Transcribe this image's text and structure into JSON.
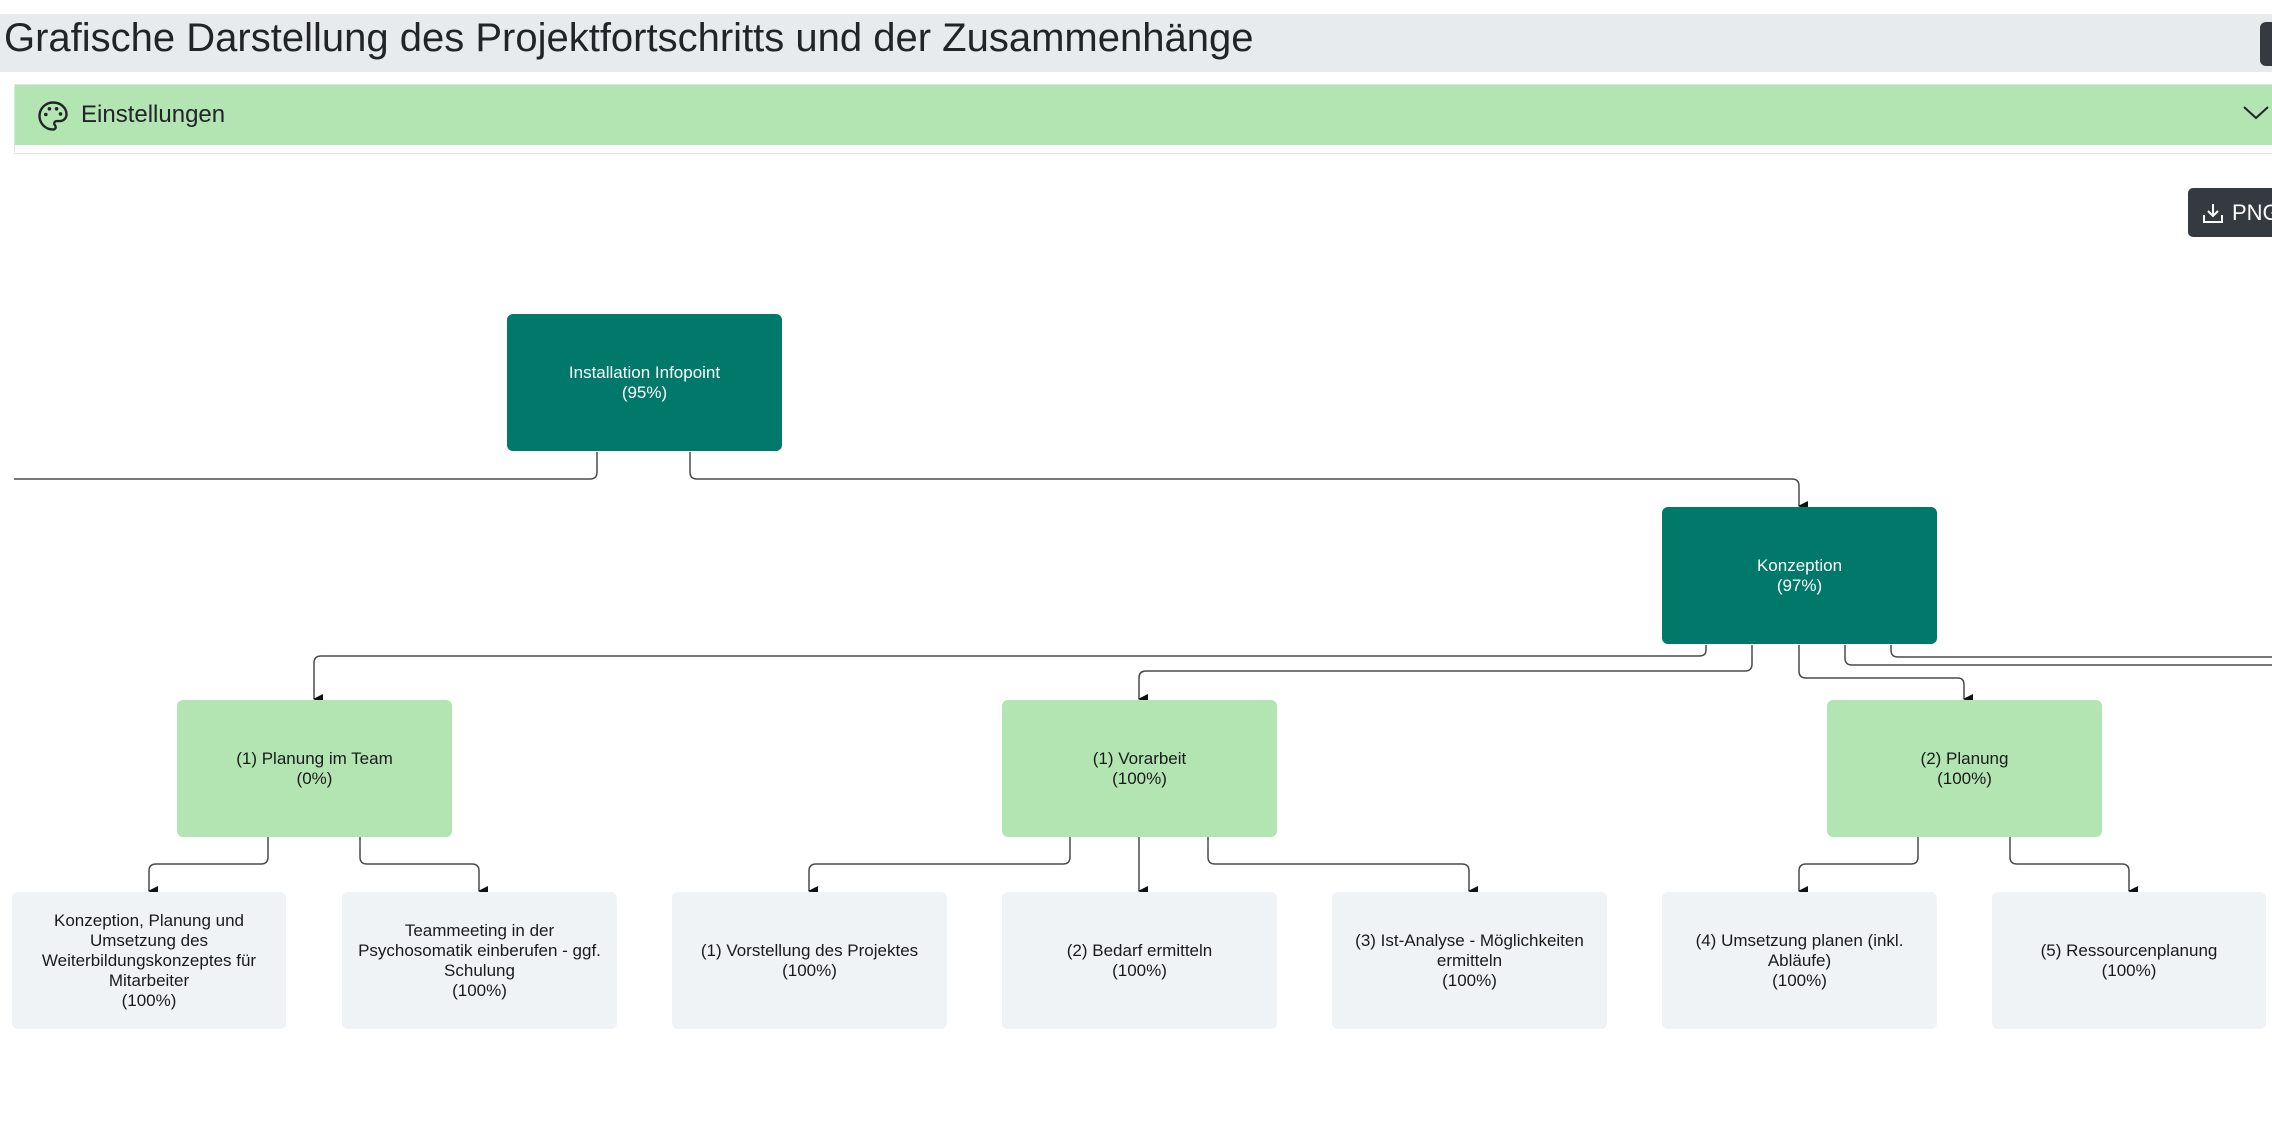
{
  "header": {
    "title": "Grafische Darstellung des Projektfortschritts und der Zusammenhänge"
  },
  "settings": {
    "label": "Einstellungen",
    "icon": "palette-icon",
    "toggle_icon": "chevron-down-icon"
  },
  "export": {
    "label": "PNG",
    "icon": "download-icon"
  },
  "colors": {
    "accent_dark": "#00796b",
    "accent_light": "#b3e5b2",
    "leaf": "#eff3f6",
    "button": "#343a40",
    "title_bar": "#e8ebee"
  },
  "tree": {
    "root": {
      "label": "Installation Infopoint",
      "progress": "(95%)"
    },
    "konzeption": {
      "label": "Konzeption",
      "progress": "(97%)"
    },
    "planung_team": {
      "label": "(1) Planung im Team",
      "progress": "(0%)"
    },
    "vorarbeit": {
      "label": "(1) Vorarbeit",
      "progress": "(100%)"
    },
    "planung": {
      "label": "(2) Planung",
      "progress": "(100%)"
    },
    "leaves": [
      {
        "label": "Konzeption, Planung und Umsetzung des Weiterbildungskonzeptes für Mitarbeiter",
        "progress": "(100%)"
      },
      {
        "label": "Teammeeting in der Psychosomatik einberufen - ggf. Schulung",
        "progress": "(100%)"
      },
      {
        "label": "(1) Vorstellung des Projektes",
        "progress": "(100%)"
      },
      {
        "label": "(2) Bedarf ermitteln",
        "progress": "(100%)"
      },
      {
        "label": "(3) Ist-Analyse - Möglichkeiten ermitteln",
        "progress": "(100%)"
      },
      {
        "label": "(4) Umsetzung planen (inkl. Abläufe)",
        "progress": "(100%)"
      },
      {
        "label": "(5) Ressourcenplanung",
        "progress": "(100%)"
      }
    ]
  }
}
